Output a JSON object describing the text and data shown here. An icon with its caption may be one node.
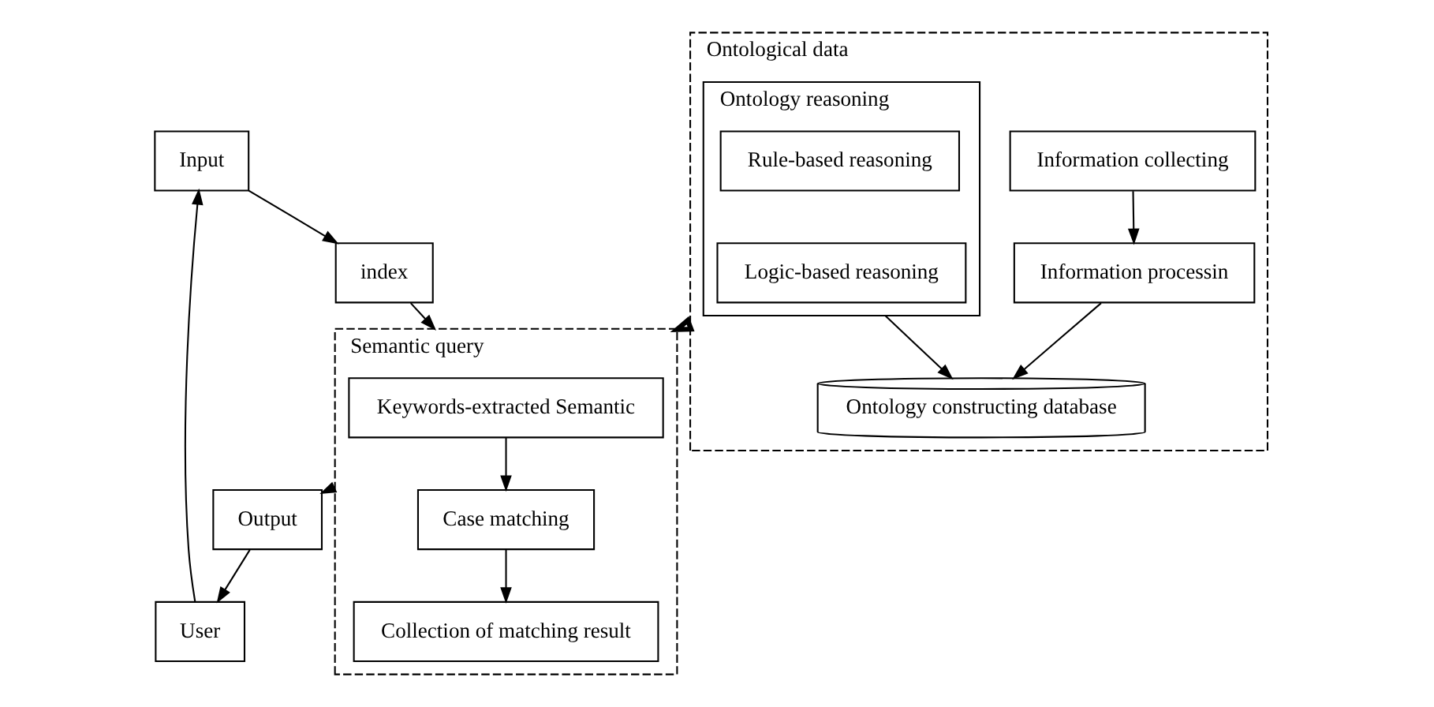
{
  "diagram": {
    "nodes": [
      {
        "text": [
          "Input"
        ]
      },
      {
        "text": [
          "index"
        ]
      },
      {
        "text": [
          "User"
        ]
      },
      {
        "text": [
          "Output"
        ]
      },
      {
        "text": [
          "Semantic query"
        ]
      },
      {
        "text": [
          "Keywords-extracted Semantic"
        ],
        "in": 4
      },
      {
        "text": [
          "Case matching"
        ],
        "in": 4
      },
      {
        "text": [
          "Collection of matching result"
        ],
        "in": 4
      },
      {
        "text": [
          "Ontological data"
        ]
      },
      {
        "text": [
          "Ontology reasoning"
        ],
        "in": 8
      },
      {
        "text": [
          "Logic-based reasoning"
        ],
        "in": 9
      },
      {
        "text": [
          "Rule-based reasoning"
        ],
        "in": 9
      },
      {
        "text": [
          "Ontology constructing database"
        ],
        "in": 8
      },
      {
        "text": [
          "Information processin"
        ],
        "in": 8
      },
      {
        "text": [
          "Information collecting"
        ],
        "in": 8
      }
    ],
    "edges": [
      {
        "from": 0,
        "to": 1,
        "arrow": "to"
      },
      {
        "from": 1,
        "to": 4,
        "arrow": "to"
      },
      {
        "from": 2,
        "to": 0,
        "arrow": "to"
      },
      {
        "from": 3,
        "to": 2,
        "arrow": "to"
      },
      {
        "from": 5,
        "to": 6,
        "arrow": "to"
      },
      {
        "from": 6,
        "to": 7,
        "arrow": "to"
      },
      {
        "from": 4,
        "to": 3,
        "arrow": "to"
      },
      {
        "from": 9,
        "to": 12,
        "arrow": "to"
      },
      {
        "from": 13,
        "to": 12,
        "arrow": "to"
      },
      {
        "from": 14,
        "to": 13,
        "arrow": "to"
      },
      {
        "from": 8,
        "to": 4,
        "arrow": "to",
        "style": "thick"
      }
    ]
  }
}
